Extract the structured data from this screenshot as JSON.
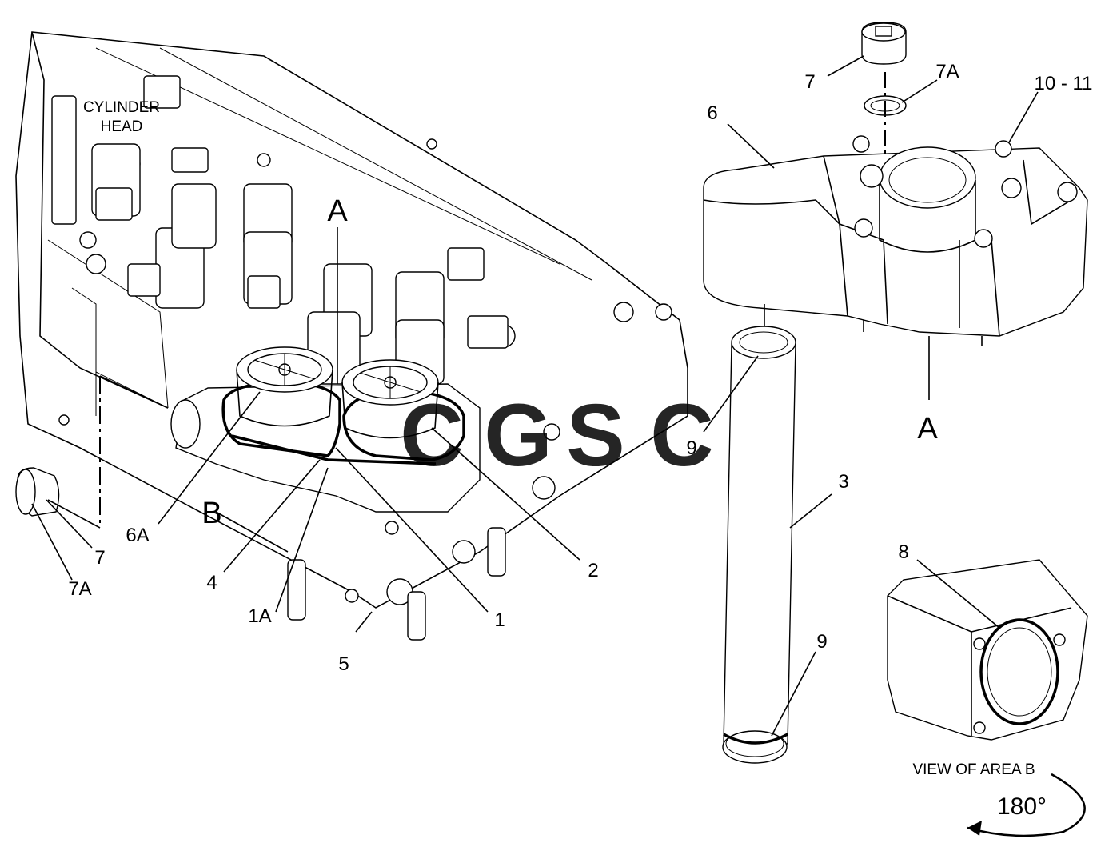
{
  "diagram": {
    "section_labels": {
      "a_top": "A",
      "a_right": "A",
      "b": "B"
    },
    "cylinder_head_label": [
      "CYLINDER",
      "HEAD"
    ],
    "callouts": {
      "c7_top": "7",
      "c7a_top": "7A",
      "c10_11": "10 - 11",
      "c6": "6",
      "c9_upper": "9",
      "c3": "3",
      "c9_lower": "9",
      "c8": "8",
      "c6a": "6A",
      "c4": "4",
      "c1a": "1A",
      "c5": "5",
      "c1": "1",
      "c2": "2",
      "c7_left": "7",
      "c7a_left": "7A"
    },
    "view_label": "VIEW OF AREA B",
    "rotation_label": "180°",
    "watermark": {
      "letters": [
        "C",
        "G",
        "S",
        "C"
      ],
      "colors": [
        "#4a8fe0",
        "#e8595a",
        "#f5c542",
        "#3aa673"
      ]
    }
  }
}
